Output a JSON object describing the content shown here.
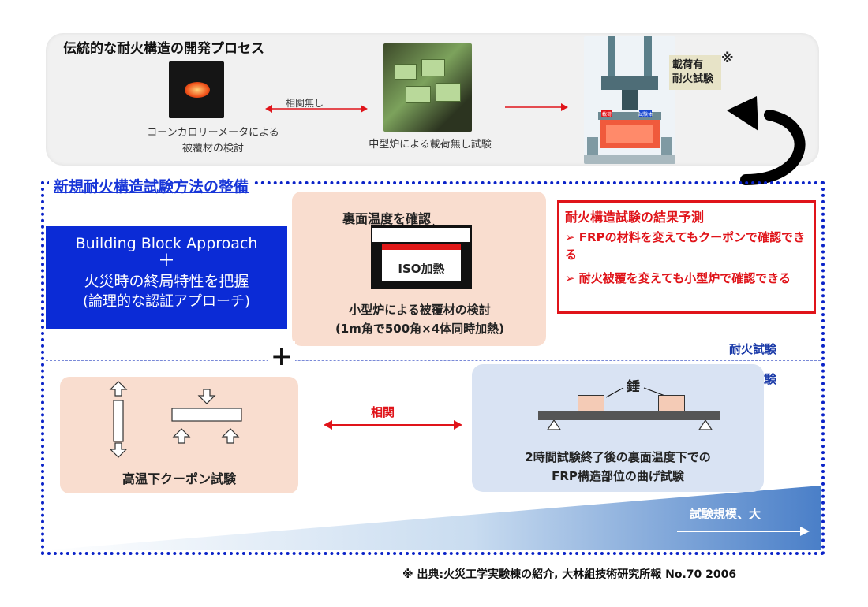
{
  "top": {
    "title": "伝統的な耐火構造の開発プロセス",
    "cone_caption_line1": "コーンカロリーメータによる",
    "cone_caption_line2": "被覆材の検討",
    "no_correlation": "相関無し",
    "furnace_caption": "中型炉による載荷無し試験",
    "loaded_label_line1": "載荷有",
    "loaded_label_line2": "耐火試験",
    "asterisk": "※",
    "photo_tag_1": "載荷",
    "photo_tag_2": "試験体"
  },
  "section": {
    "title": "新規耐火構造試験方法の整備"
  },
  "bba": {
    "line1": "Building Block Approach",
    "line2": "＋",
    "line3": "火災時の終局特性を把握",
    "line4": "(論理的な認証アプローチ)"
  },
  "small_furnace": {
    "back_temp": "裏面温度を確認",
    "iso": "ISO加熱",
    "caption_line1": "小型炉による被覆材の検討",
    "caption_line2": "(1m角で500角×4体同時加熱)"
  },
  "prediction": {
    "title": "耐火構造試験の結果予測",
    "bullet1": "➢ FRPの材料を変えてもクーポンで確認できる",
    "bullet2": "➢ 耐火被覆を変えても小型炉で確認できる"
  },
  "plus": "+",
  "labels": {
    "fire_test": "耐火試験",
    "struct_test": "構造試験",
    "correlation": "相関"
  },
  "coupon": {
    "caption": "高温下クーポン試験"
  },
  "bending": {
    "weight": "錘",
    "caption_line1": "2時間試験終了後の裏面温度下での",
    "caption_line2": "FRP構造部位の曲げ試験"
  },
  "scale": {
    "label": "試験規模、大"
  },
  "source": "※ 出典:火災工学実験棟の紹介, 大林組技術研究所報 No.70 2006",
  "colors": {
    "blue": "#0b2bd6",
    "red": "#e0141a",
    "peach": "#f9ddcf",
    "light_blue": "#d9e3f3"
  }
}
